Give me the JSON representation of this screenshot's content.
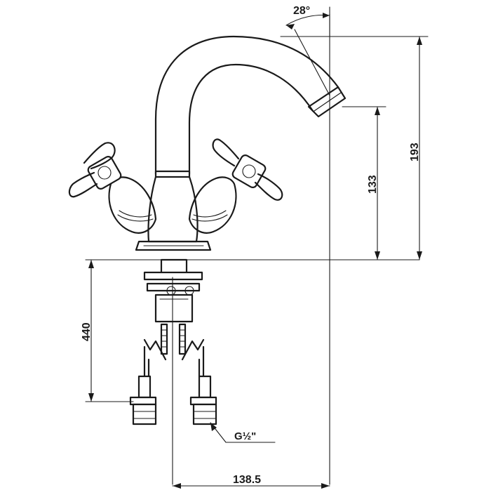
{
  "drawing": {
    "subject": "",
    "dimensions": {
      "spout_angle": "28°",
      "overall_height": "193",
      "spout_height": "133",
      "hose_length": "440",
      "reach": "138.5",
      "connection": "G½\""
    }
  },
  "colors": {
    "ink": "#1a1a1a",
    "background": "#ffffff"
  }
}
